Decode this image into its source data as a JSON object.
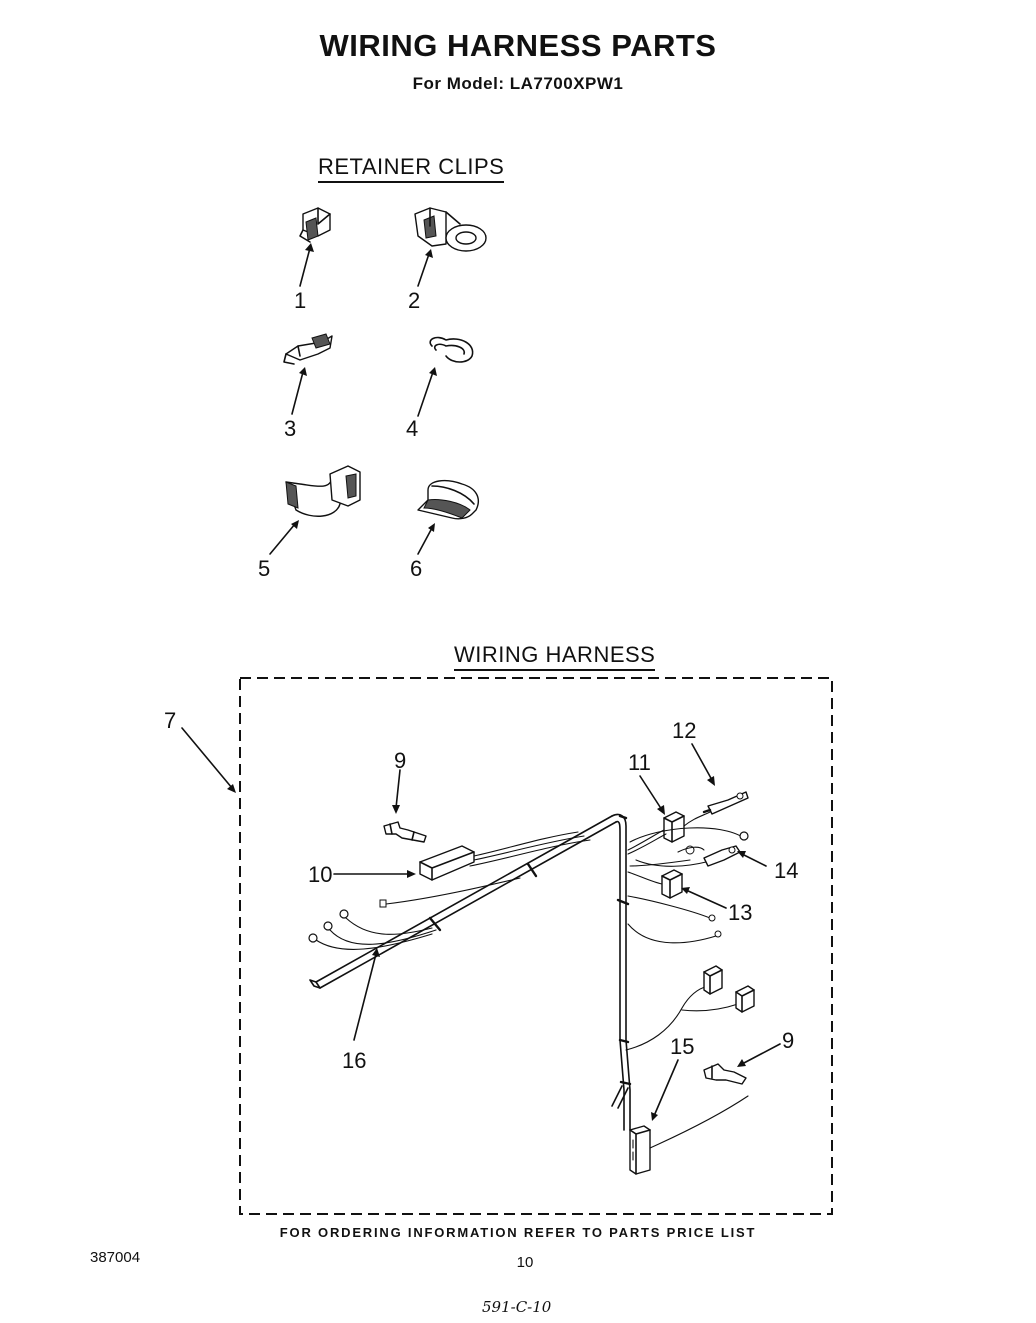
{
  "title": "WIRING HARNESS PARTS",
  "model_line": "For Model: LA7700XPW1",
  "sections": {
    "retainer_clips": "RETAINER CLIPS",
    "wiring_harness": "WIRING HARNESS"
  },
  "callouts": {
    "c1": "1",
    "c2": "2",
    "c3": "3",
    "c4": "4",
    "c5": "5",
    "c6": "6",
    "c7": "7",
    "c9a": "9",
    "c9b": "9",
    "c10": "10",
    "c11": "11",
    "c12": "12",
    "c13": "13",
    "c14": "14",
    "c15": "15",
    "c16": "16"
  },
  "footer": "FOR ORDERING INFORMATION REFER TO PARTS PRICE LIST",
  "doc_number": "387004",
  "page_number": "10",
  "stamp": "591-C-10"
}
